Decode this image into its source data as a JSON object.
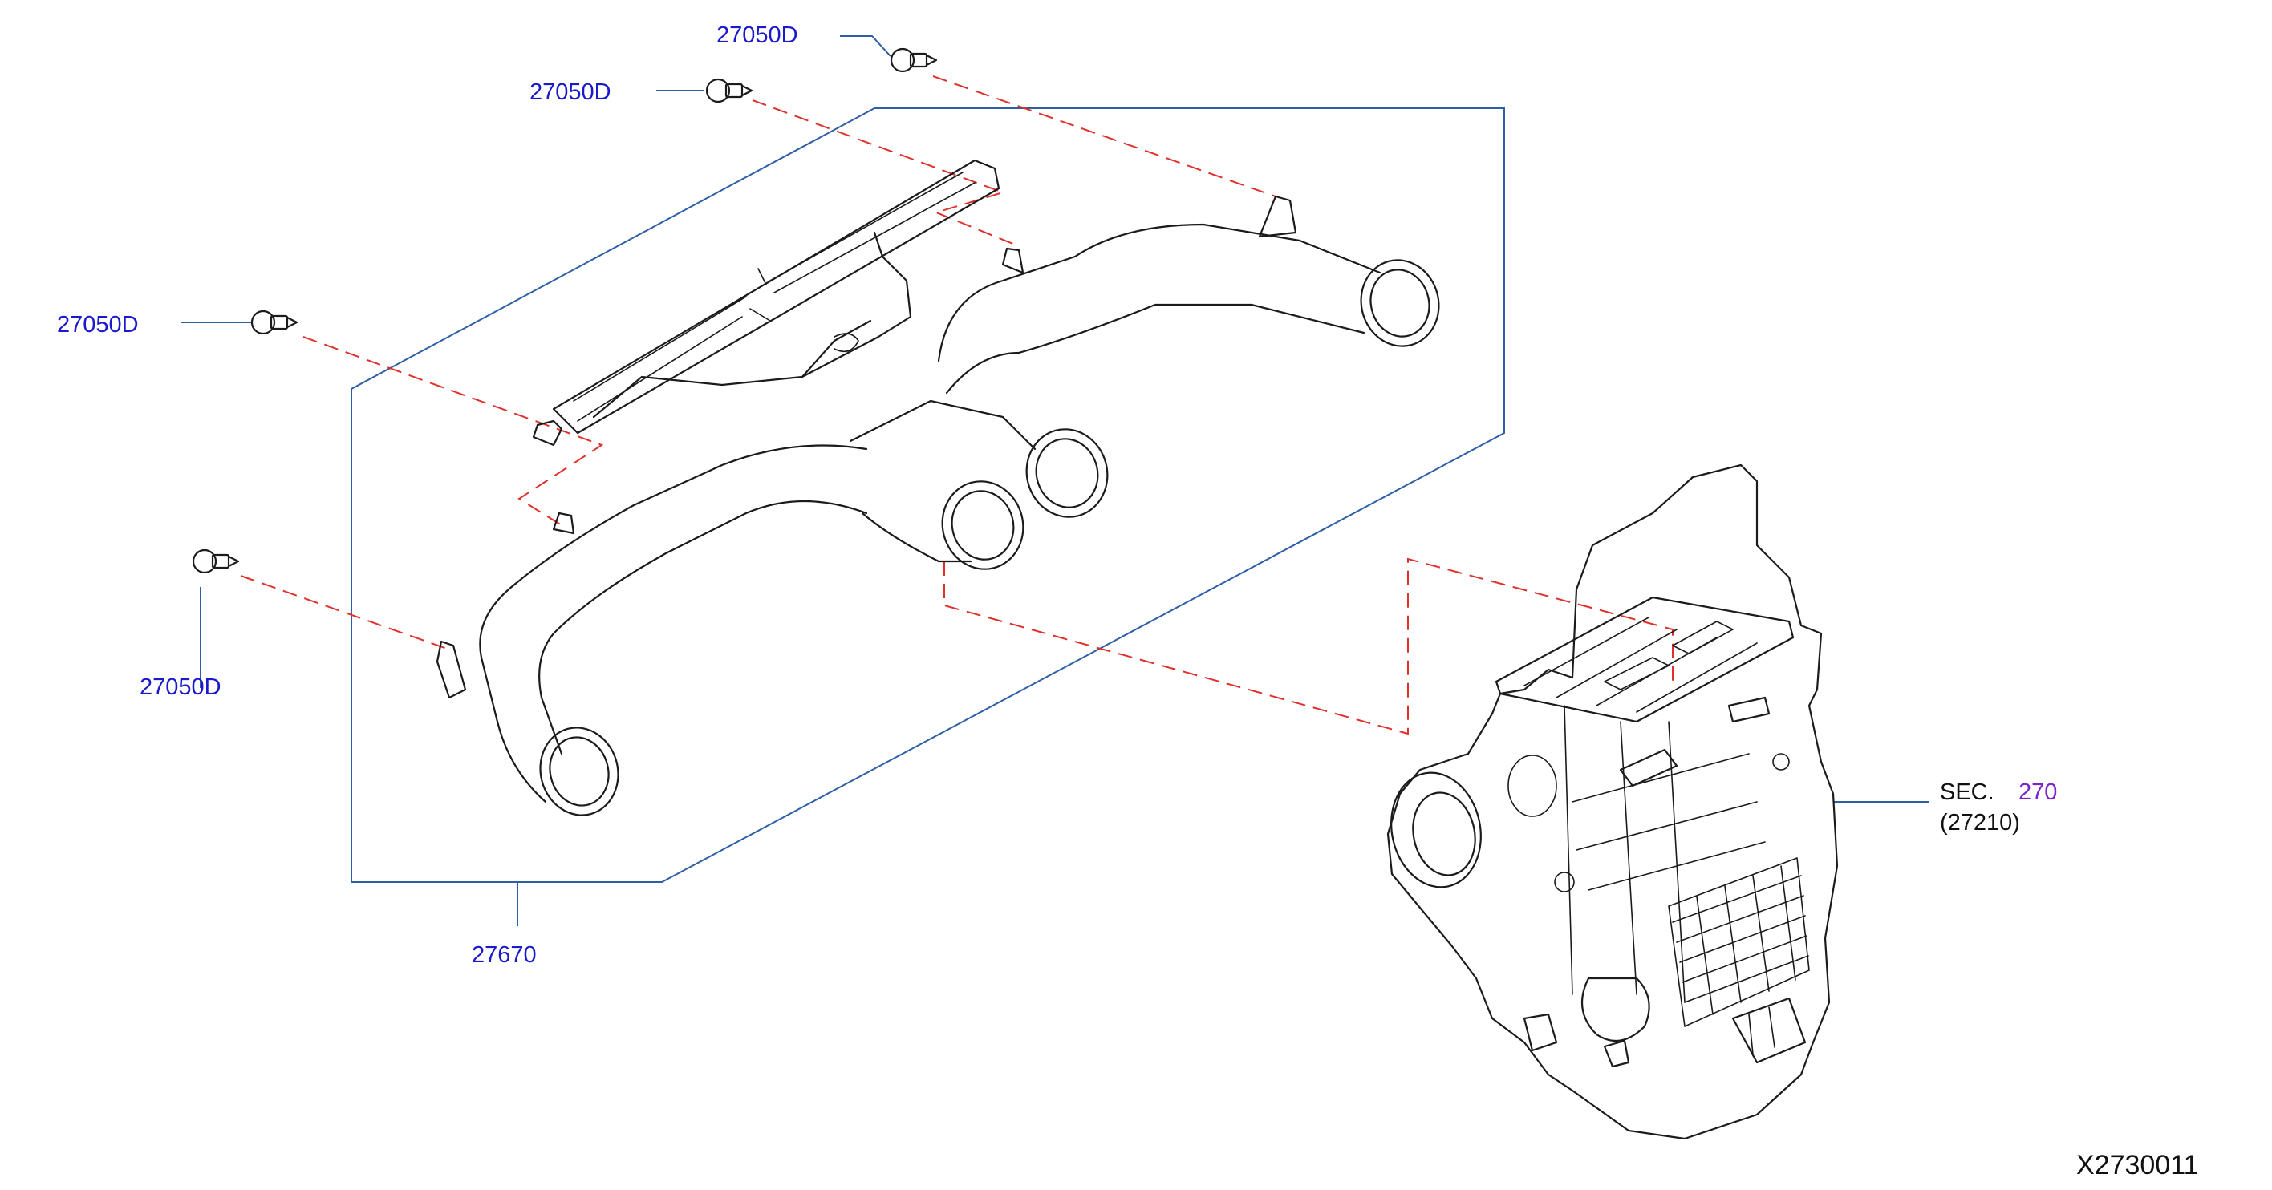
{
  "labels": {
    "clip_top_right": "27050D",
    "clip_top_left": "27050D",
    "clip_mid_left": "27050D",
    "clip_bottom_left": "27050D",
    "duct_assembly": "27670",
    "sec_prefix": "SEC.",
    "sec_number": "270",
    "sec_sub": "(27210)",
    "diagram_code": "X2730011"
  },
  "colors": {
    "part_number": "#1a1acc",
    "section_number": "#7a22cc",
    "leader_line": "#2e5fa5",
    "dashed_line": "#e0302c",
    "drawing_ink": "#1b1b1b"
  },
  "icons": {
    "clip": "push-clip-icon",
    "duct": "ventilator-duct-illustration",
    "heater": "heater-unit-illustration"
  }
}
